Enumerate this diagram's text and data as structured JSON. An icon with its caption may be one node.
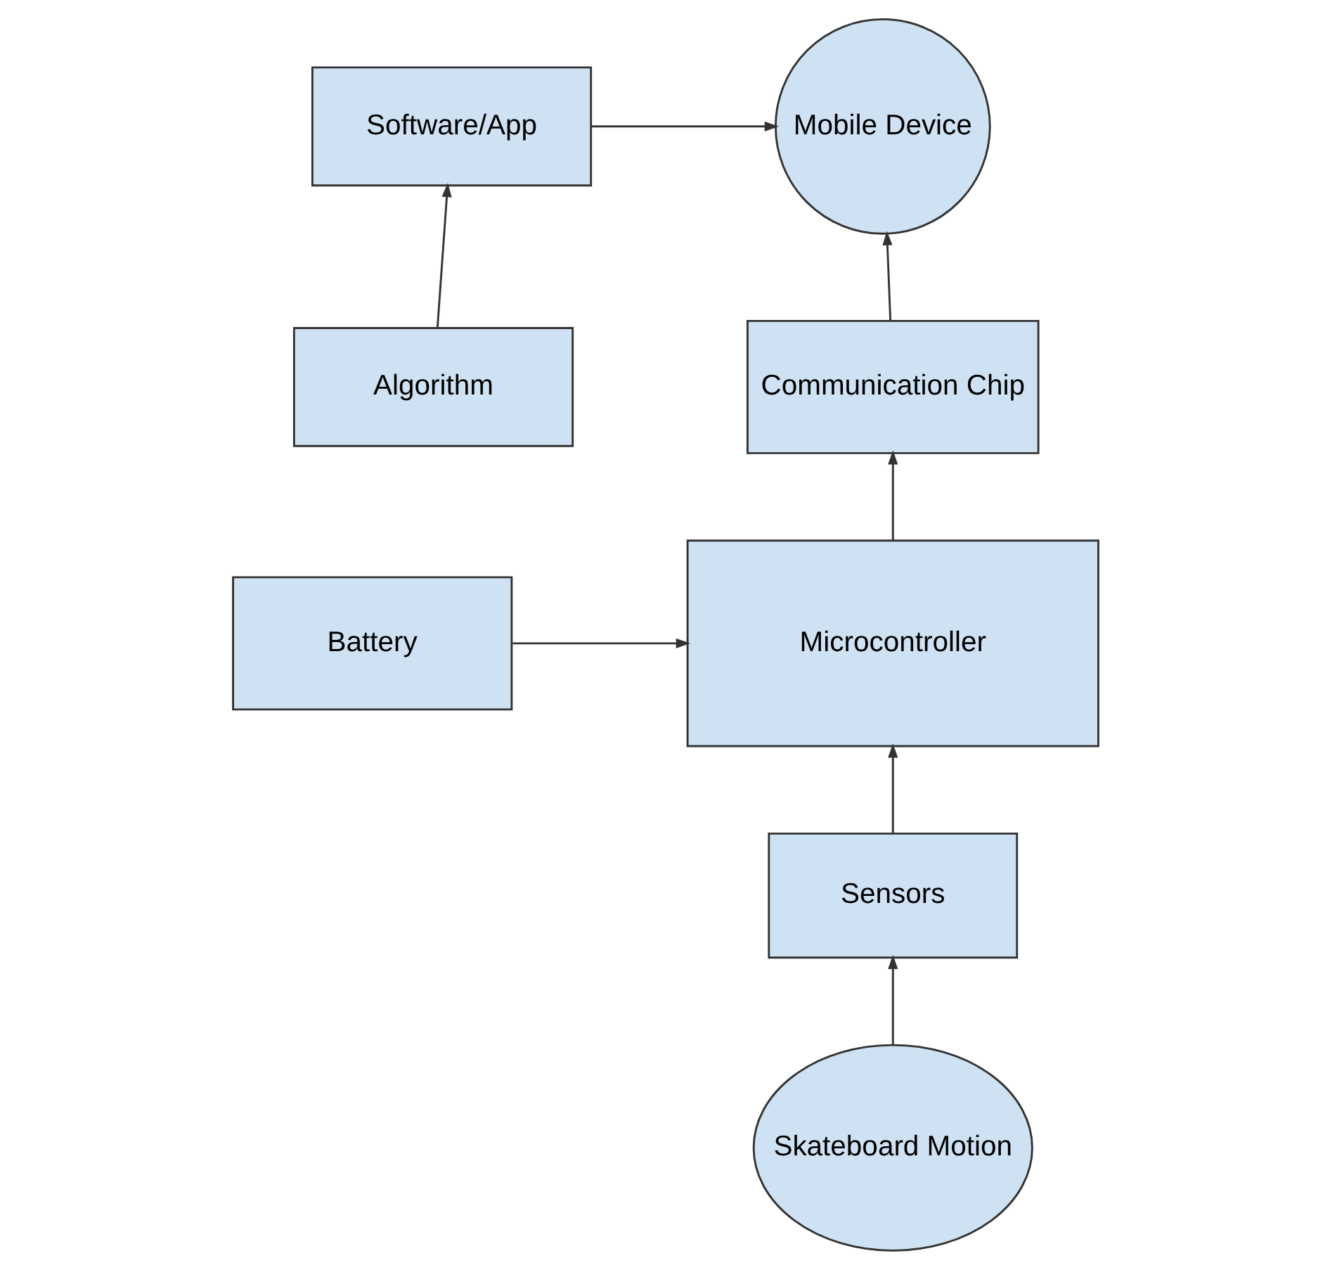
{
  "diagram": {
    "nodes": [
      {
        "text": [
          "Software/App"
        ]
      },
      {
        "text": [
          "Mobile Device"
        ]
      },
      {
        "text": [
          "Algorithm"
        ]
      },
      {
        "text": [
          "Communication Chip"
        ]
      },
      {
        "text": [
          "Microcontroller"
        ]
      },
      {
        "text": [
          "Battery"
        ]
      },
      {
        "text": [
          "Sensors"
        ]
      },
      {
        "text": [
          "Skateboard Motion"
        ]
      }
    ],
    "edges": [
      {
        "from": 0,
        "to": 1,
        "arrow": "to"
      },
      {
        "from": 2,
        "to": 0,
        "arrow": "to"
      },
      {
        "from": 3,
        "to": 1,
        "arrow": "to"
      },
      {
        "from": 4,
        "to": 3,
        "arrow": "to"
      },
      {
        "from": 5,
        "to": 4,
        "arrow": "to"
      },
      {
        "from": 6,
        "to": 4,
        "arrow": "to"
      },
      {
        "from": 7,
        "to": 6,
        "arrow": "to"
      }
    ]
  }
}
